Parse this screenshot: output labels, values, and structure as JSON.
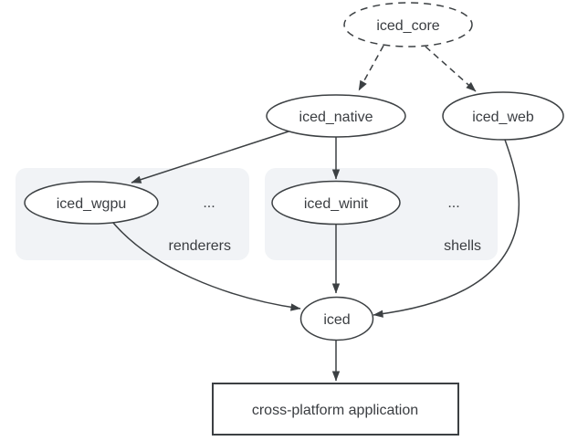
{
  "diagram": {
    "nodes": [
      {
        "id": "iced_core",
        "label": "iced_core",
        "shape": "ellipse",
        "border": "dashed"
      },
      {
        "id": "iced_native",
        "label": "iced_native",
        "shape": "ellipse",
        "border": "solid"
      },
      {
        "id": "iced_web",
        "label": "iced_web",
        "shape": "ellipse",
        "border": "solid"
      },
      {
        "id": "iced_wgpu",
        "label": "iced_wgpu",
        "shape": "ellipse",
        "border": "solid"
      },
      {
        "id": "iced_winit",
        "label": "iced_winit",
        "shape": "ellipse",
        "border": "solid"
      },
      {
        "id": "iced",
        "label": "iced",
        "shape": "ellipse",
        "border": "solid"
      },
      {
        "id": "app",
        "label": "cross-platform application",
        "shape": "rect",
        "border": "solid"
      }
    ],
    "groups": [
      {
        "id": "renderers",
        "label": "renderers",
        "ellipsis": "...",
        "members": [
          "iced_wgpu"
        ]
      },
      {
        "id": "shells",
        "label": "shells",
        "ellipsis": "...",
        "members": [
          "iced_winit"
        ]
      }
    ],
    "edges": [
      {
        "from": "iced_core",
        "to": "iced_native",
        "style": "dashed"
      },
      {
        "from": "iced_core",
        "to": "iced_web",
        "style": "dashed"
      },
      {
        "from": "iced_native",
        "to": "iced_wgpu",
        "style": "solid"
      },
      {
        "from": "iced_native",
        "to": "iced_winit",
        "style": "solid"
      },
      {
        "from": "iced_wgpu",
        "to": "iced",
        "style": "solid"
      },
      {
        "from": "iced_winit",
        "to": "iced",
        "style": "solid"
      },
      {
        "from": "iced_web",
        "to": "iced",
        "style": "solid"
      },
      {
        "from": "iced",
        "to": "app",
        "style": "solid"
      }
    ],
    "colors": {
      "edge": "#3c4043",
      "node_stroke": "#3c4043",
      "text": "#3a3d41",
      "group_fill": "#f1f3f6",
      "group_label": "#1a73e8",
      "background": "#ffffff"
    }
  }
}
